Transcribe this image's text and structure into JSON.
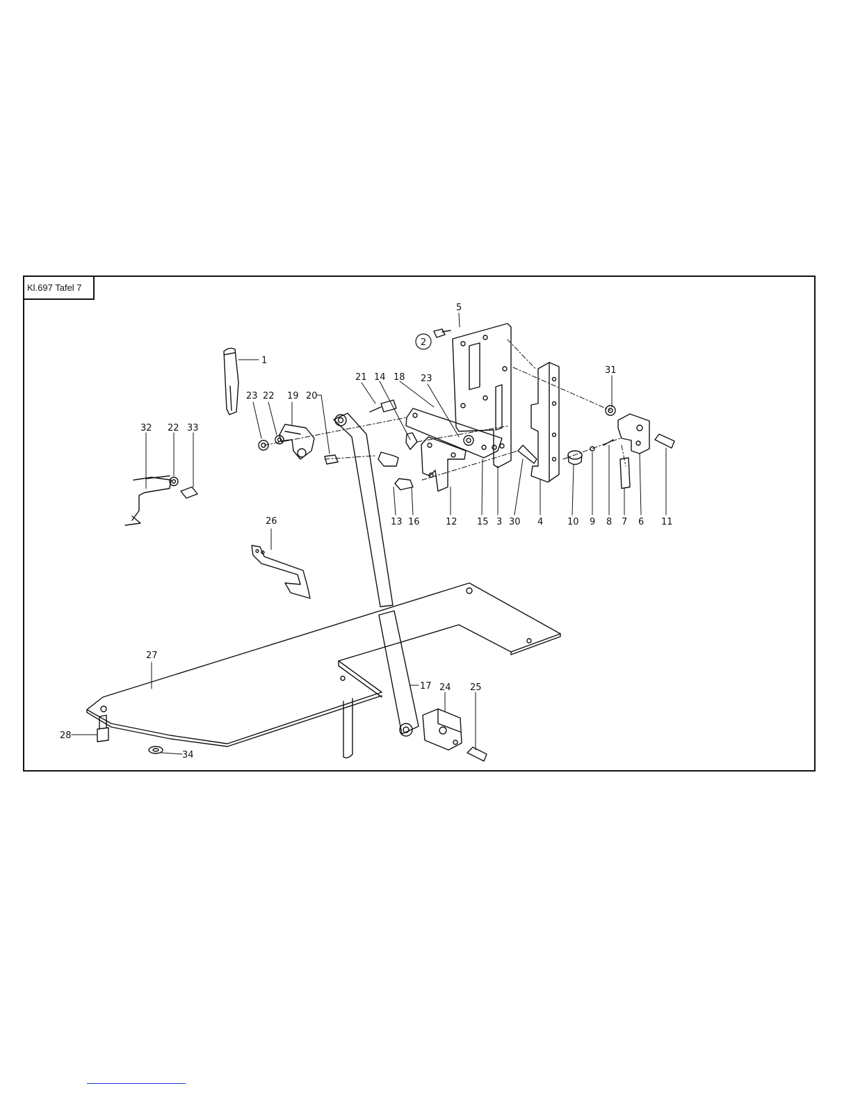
{
  "plate": {
    "title": "Kl.697 Tafel 7"
  },
  "callout": {
    "circled": "2"
  },
  "labels": [
    {
      "id": "1",
      "text": "1"
    },
    {
      "id": "2",
      "text": "2"
    },
    {
      "id": "3",
      "text": "3"
    },
    {
      "id": "4",
      "text": "4"
    },
    {
      "id": "5",
      "text": "5"
    },
    {
      "id": "6",
      "text": "6"
    },
    {
      "id": "7",
      "text": "7"
    },
    {
      "id": "8",
      "text": "8"
    },
    {
      "id": "9",
      "text": "9"
    },
    {
      "id": "10",
      "text": "10"
    },
    {
      "id": "11",
      "text": "11"
    },
    {
      "id": "12",
      "text": "12"
    },
    {
      "id": "13",
      "text": "13"
    },
    {
      "id": "14",
      "text": "14"
    },
    {
      "id": "15",
      "text": "15"
    },
    {
      "id": "16",
      "text": "16"
    },
    {
      "id": "17",
      "text": "17"
    },
    {
      "id": "18",
      "text": "18"
    },
    {
      "id": "19",
      "text": "19"
    },
    {
      "id": "20",
      "text": "20"
    },
    {
      "id": "21",
      "text": "21"
    },
    {
      "id": "22a",
      "text": "22"
    },
    {
      "id": "22b",
      "text": "22"
    },
    {
      "id": "23a",
      "text": "23"
    },
    {
      "id": "23b",
      "text": "23"
    },
    {
      "id": "24",
      "text": "24"
    },
    {
      "id": "25",
      "text": "25"
    },
    {
      "id": "26",
      "text": "26"
    },
    {
      "id": "27",
      "text": "27"
    },
    {
      "id": "28",
      "text": "28"
    },
    {
      "id": "30",
      "text": "30"
    },
    {
      "id": "31",
      "text": "31"
    },
    {
      "id": "32",
      "text": "32"
    },
    {
      "id": "33",
      "text": "33"
    },
    {
      "id": "34",
      "text": "34"
    }
  ]
}
